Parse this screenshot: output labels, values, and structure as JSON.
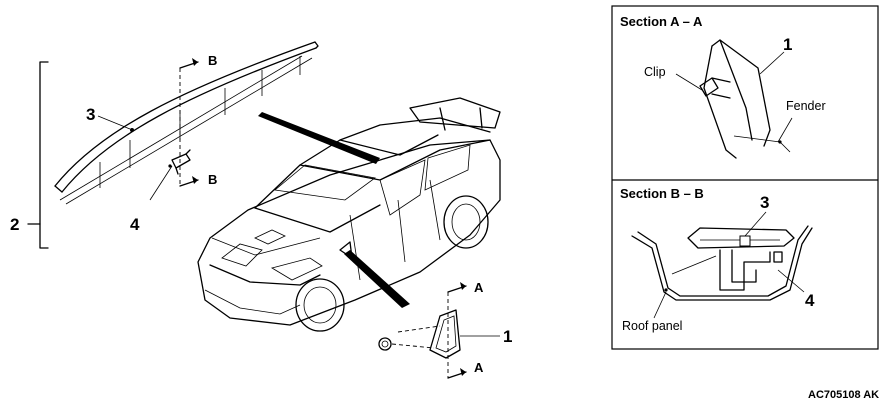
{
  "parts": {
    "part_1": "1",
    "part_2": "2",
    "part_3": "3",
    "part_4": "4"
  },
  "section_markers": {
    "a": "A",
    "b": "B"
  },
  "section_a": {
    "title": "Section A – A",
    "part_number": "1",
    "clip_label": "Clip",
    "fender_label": "Fender"
  },
  "section_b": {
    "title": "Section B – B",
    "part_number_3": "3",
    "part_number_4": "4",
    "roof_panel_label": "Roof panel"
  },
  "figure_code": "AC705108 AK"
}
